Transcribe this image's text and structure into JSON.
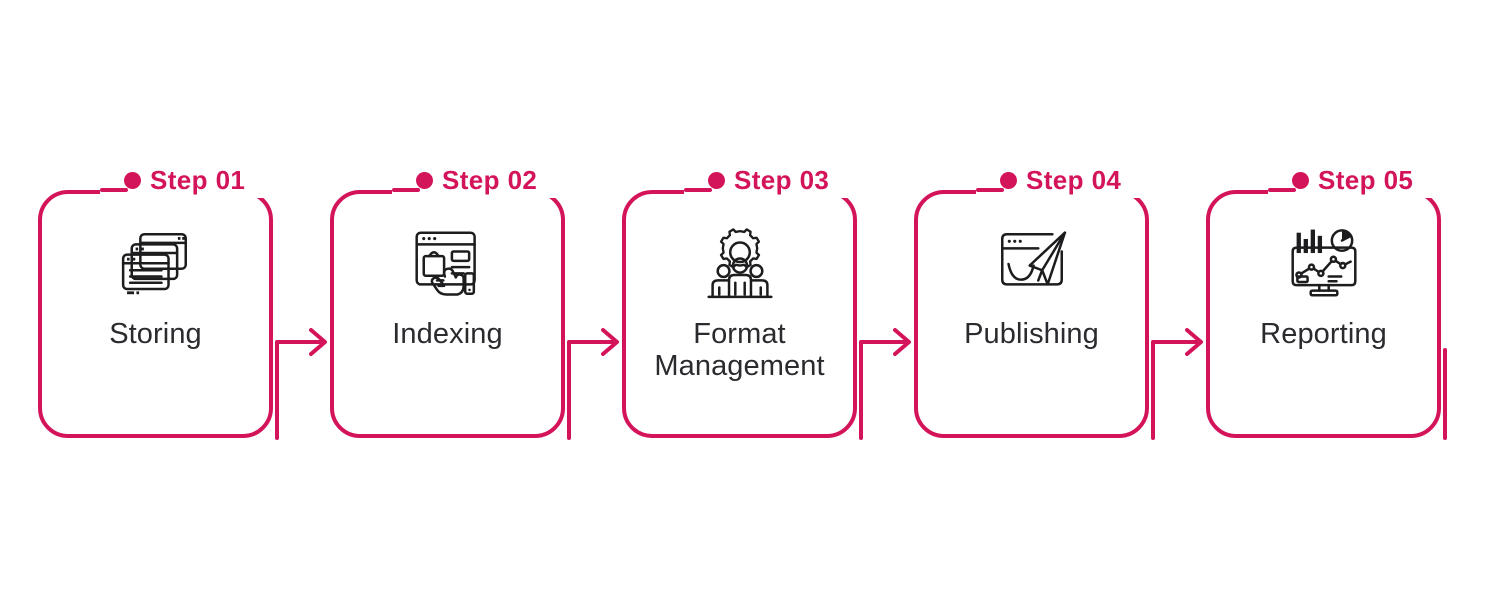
{
  "theme": {
    "accent": "#D4145A",
    "text": "#2b2b2f",
    "background": "#ffffff"
  },
  "diagram": {
    "type": "process-flow",
    "orientation": "horizontal",
    "step_count": 5,
    "steps": [
      {
        "step_label": "Step 01",
        "title": "Storing",
        "icon": "stacked-windows-icon",
        "has_arrow_to_next": true
      },
      {
        "step_label": "Step 02",
        "title": "Indexing",
        "icon": "browser-hand-click-icon",
        "has_arrow_to_next": true
      },
      {
        "step_label": "Step 03",
        "title_line1": "Format",
        "title_line2": "Management",
        "title": "Format Management",
        "icon": "gear-team-icon",
        "has_arrow_to_next": true
      },
      {
        "step_label": "Step 04",
        "title": "Publishing",
        "icon": "paper-plane-browser-icon",
        "has_arrow_to_next": true
      },
      {
        "step_label": "Step 05",
        "title": "Reporting",
        "icon": "analytics-monitor-icon",
        "has_arrow_to_next": false
      }
    ]
  }
}
